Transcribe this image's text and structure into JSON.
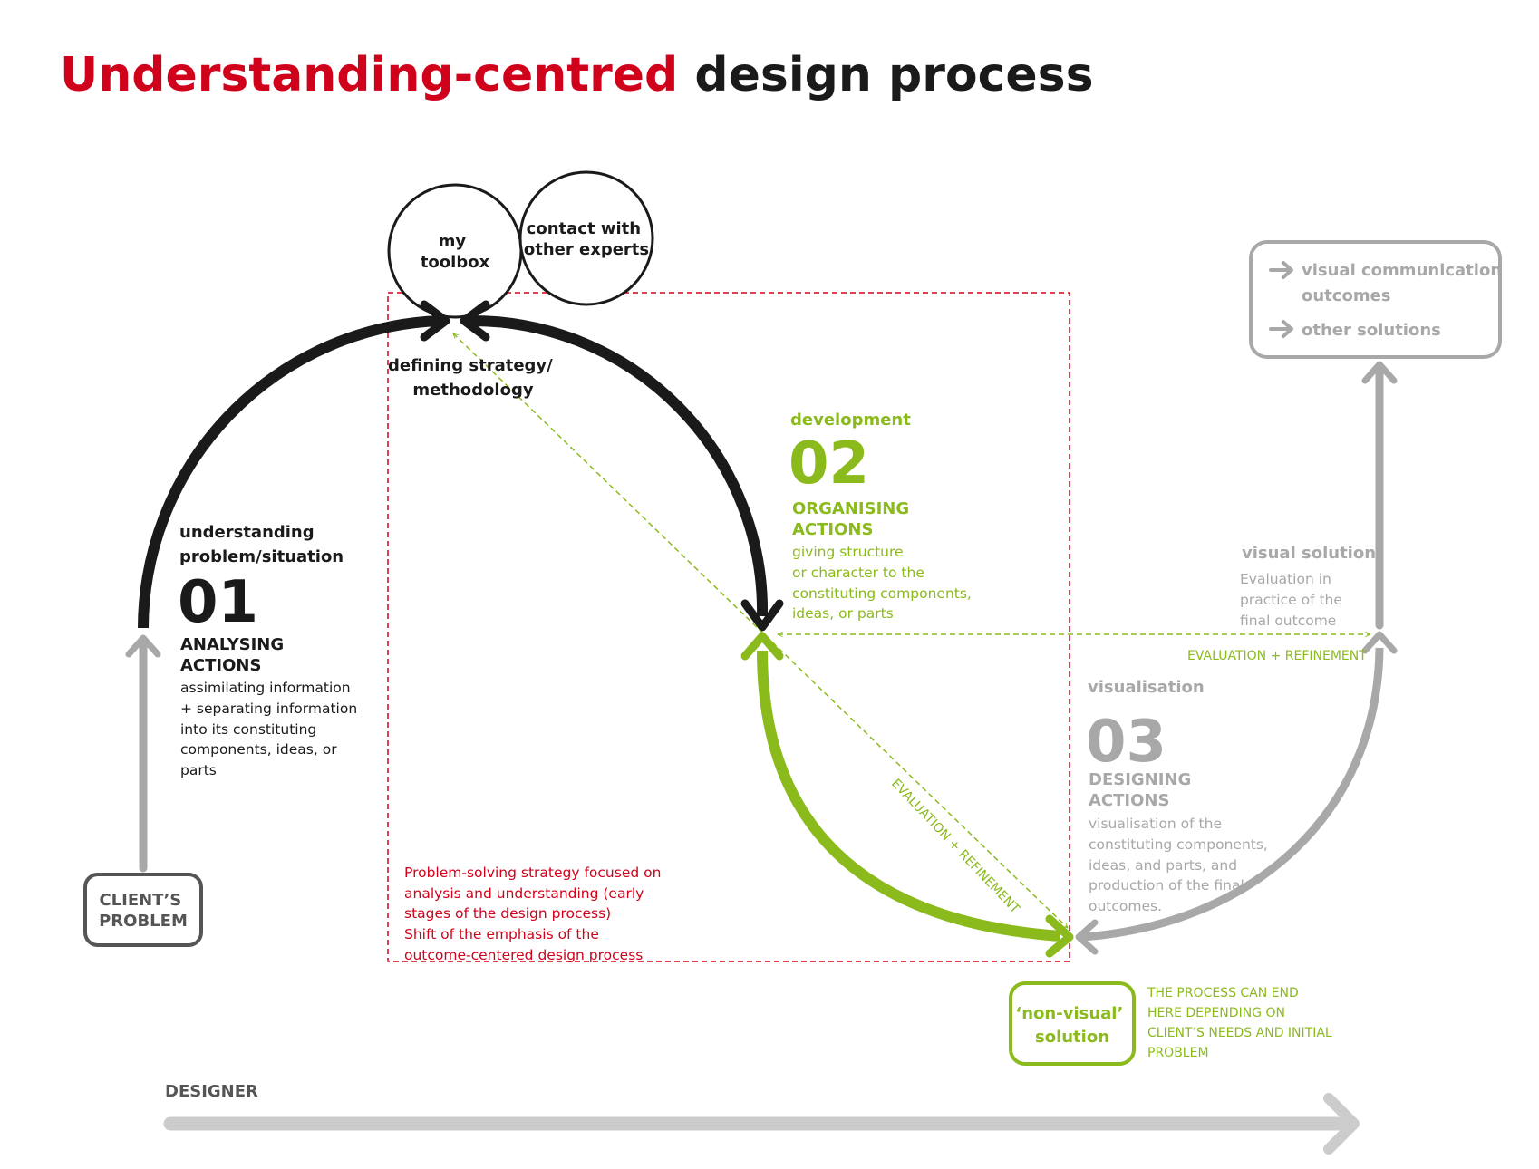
{
  "title": {
    "part1": "Understanding-centred",
    "part2": " design process",
    "color1": "#d0021b",
    "color2": "#1a1a1a"
  },
  "colors": {
    "black": "#1a1a1a",
    "green": "#8bba1c",
    "grey": "#a8a8a8",
    "lightgrey": "#cccccc",
    "red": "#d0021b"
  },
  "circles": {
    "toolbox": [
      "my",
      "toolbox"
    ],
    "experts": [
      "contact with",
      "other experts"
    ]
  },
  "strategy": [
    "defining strategy/",
    "methodology"
  ],
  "stage01": {
    "heading": [
      "understanding",
      "problem/situation"
    ],
    "number": "01",
    "actions": [
      "ANALYSING",
      "ACTIONS"
    ],
    "description": [
      "assimilating information",
      "+ separating information",
      "into its constituting",
      "components, ideas, or",
      "parts"
    ]
  },
  "stage02": {
    "heading": "development",
    "number": "02",
    "actions": [
      "ORGANISING",
      "ACTIONS"
    ],
    "description": [
      "giving structure",
      "or character to the",
      "constituting components,",
      "ideas, or parts"
    ]
  },
  "stage03": {
    "heading": "visualisation",
    "number": "03",
    "actions": [
      "DESIGNING",
      "ACTIONS"
    ],
    "description": [
      "visualisation of the",
      "constituting components,",
      "ideas, and parts, and",
      "production of the final",
      "outcomes."
    ]
  },
  "visual_solution": {
    "heading": "visual solution",
    "description": [
      "Evaluation in",
      "practice of the",
      "final outcome"
    ]
  },
  "outcomes": [
    "visual communication",
    "outcomes",
    "other solutions"
  ],
  "client_problem": [
    "CLIENT’S",
    "PROBLEM"
  ],
  "non_visual": [
    "‘non-visual’",
    "solution"
  ],
  "process_end": [
    "THE PROCESS CAN END",
    "HERE DEPENDING ON",
    "CLIENT’S NEEDS AND INITIAL",
    "PROBLEM"
  ],
  "evaluation_refinement": "EVALUATION + REFINEMENT",
  "red_note": [
    "Problem-solving strategy focused on",
    "analysis and understanding (early",
    "stages of the design process)",
    "Shift of the emphasis of the",
    "outcome-centered design process"
  ],
  "designer": "DESIGNER"
}
